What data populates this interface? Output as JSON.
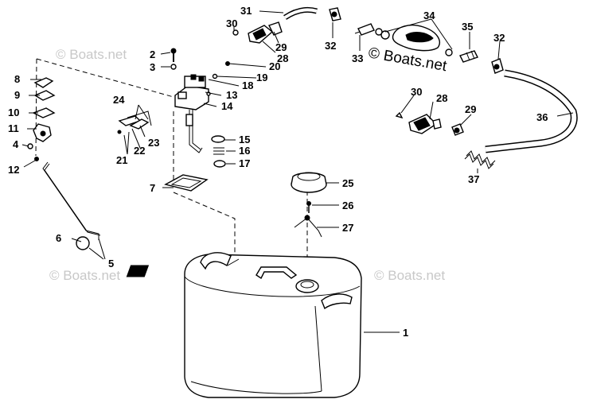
{
  "watermarks": {
    "light": "© Boats.net",
    "dark": "© Boats.net"
  },
  "callouts": {
    "c1": "1",
    "c2": "2",
    "c3": "3",
    "c4": "4",
    "c5": "5",
    "c6": "6",
    "c7": "7",
    "c8": "8",
    "c9": "9",
    "c10": "10",
    "c11": "11",
    "c12": "12",
    "c13": "13",
    "c14": "14",
    "c15": "15",
    "c16": "16",
    "c17": "17",
    "c18": "18",
    "c19": "19",
    "c20": "20",
    "c21": "21",
    "c22": "22",
    "c23": "23",
    "c24": "24",
    "c25": "25",
    "c26": "26",
    "c27": "27",
    "c28": "28",
    "c29": "29",
    "c30": "30",
    "c31": "31",
    "c32": "32",
    "c33": "33",
    "c34": "34",
    "c35": "35",
    "c36": "36",
    "c37": "37"
  }
}
